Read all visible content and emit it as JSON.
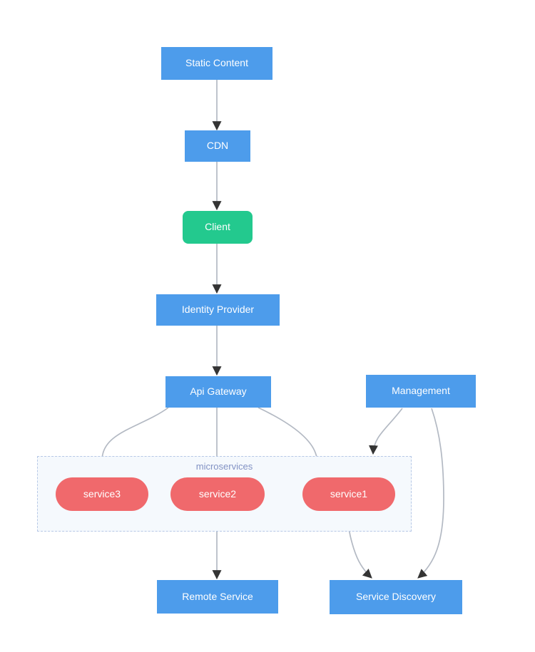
{
  "diagram": {
    "type": "flowchart",
    "direction": "top-down",
    "palette": {
      "node_blue": "#4D9CEB",
      "node_green": "#23C98E",
      "node_red": "#F0696C",
      "cluster_fill": "#F5F9FD",
      "cluster_border": "#B6C8E6",
      "cluster_label_color": "#8292C4",
      "edge_line": "#B3B9C3",
      "arrowhead": "#343434",
      "node_text": "#FFFFFF"
    },
    "nodes": [
      {
        "id": "static-content",
        "label": "Static Content",
        "shape": "rect",
        "color": "#4D9CEB"
      },
      {
        "id": "cdn",
        "label": "CDN",
        "shape": "rect",
        "color": "#4D9CEB"
      },
      {
        "id": "client",
        "label": "Client",
        "shape": "rounded",
        "color": "#23C98E"
      },
      {
        "id": "identity-provider",
        "label": "Identity Provider",
        "shape": "rect",
        "color": "#4D9CEB"
      },
      {
        "id": "api-gateway",
        "label": "Api Gateway",
        "shape": "rect",
        "color": "#4D9CEB"
      },
      {
        "id": "management",
        "label": "Management",
        "shape": "rect",
        "color": "#4D9CEB"
      },
      {
        "id": "service3",
        "label": "service3",
        "shape": "pill",
        "color": "#F0696C"
      },
      {
        "id": "service2",
        "label": "service2",
        "shape": "pill",
        "color": "#F0696C"
      },
      {
        "id": "service1",
        "label": "service1",
        "shape": "pill",
        "color": "#F0696C"
      },
      {
        "id": "remote-service",
        "label": "Remote Service",
        "shape": "rect",
        "color": "#4D9CEB"
      },
      {
        "id": "service-discovery",
        "label": "Service Discovery",
        "shape": "rect",
        "color": "#4D9CEB"
      }
    ],
    "cluster": {
      "id": "microservices",
      "label": "microservices"
    },
    "edges": [
      {
        "from": "Static Content",
        "to": "CDN"
      },
      {
        "from": "CDN",
        "to": "Client"
      },
      {
        "from": "Client",
        "to": "Identity Provider"
      },
      {
        "from": "Identity Provider",
        "to": "Api Gateway"
      },
      {
        "from": "Api Gateway",
        "to": "service3"
      },
      {
        "from": "Api Gateway",
        "to": "service2"
      },
      {
        "from": "Api Gateway",
        "to": "service1"
      },
      {
        "from": "Management",
        "to": "microservices"
      },
      {
        "from": "service2",
        "to": "Remote Service"
      },
      {
        "from": "service1",
        "to": "Service Discovery"
      },
      {
        "from": "Management",
        "to": "Service Discovery"
      }
    ]
  }
}
